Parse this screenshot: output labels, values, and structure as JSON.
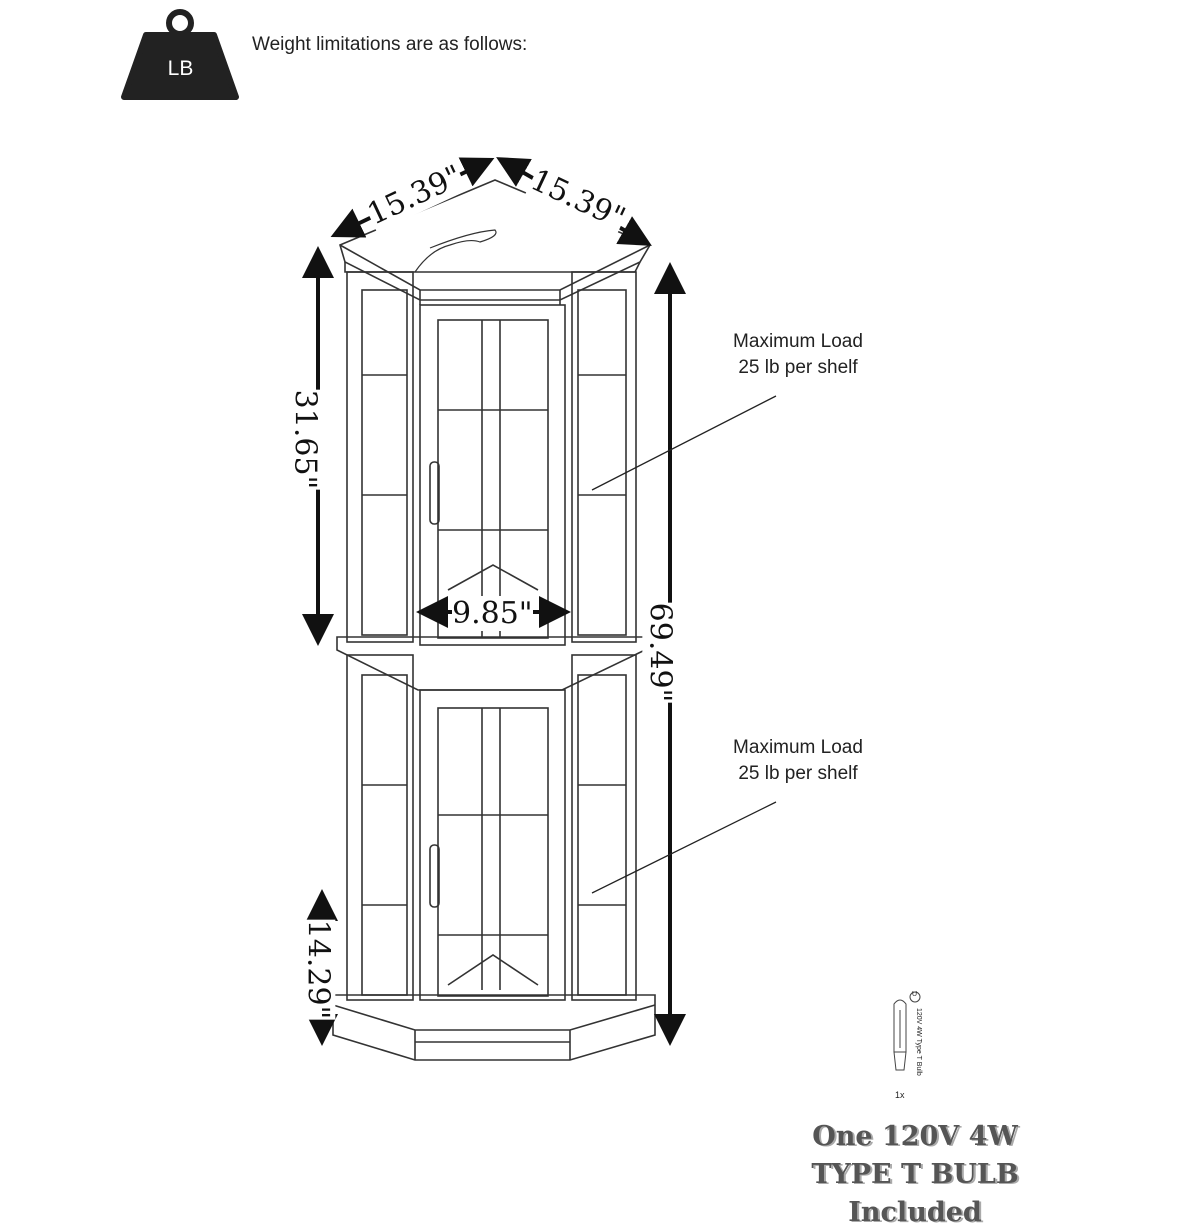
{
  "header": {
    "weight_icon_label": "LB",
    "title": "Weight limitations are as follows:"
  },
  "dimensions": {
    "top_left_width": "15.39\"",
    "top_right_width": "15.39\"",
    "upper_height": "31.65\"",
    "total_height": "69.49\"",
    "inner_width": "9.85\"",
    "base_height": "14.29\""
  },
  "callouts": [
    {
      "line1": "Maximum Load",
      "line2": "25 lb per shelf"
    },
    {
      "line1": "Maximum Load",
      "line2": "25 lb per shelf"
    }
  ],
  "bulb": {
    "icon": "light-bulb-icon",
    "cert_mark": "U",
    "spec": "120V 4W Type T Bulb",
    "quantity": "1x",
    "caption_line1": "One 120V 4W",
    "caption_line2": "TYPE T BULB Included"
  }
}
